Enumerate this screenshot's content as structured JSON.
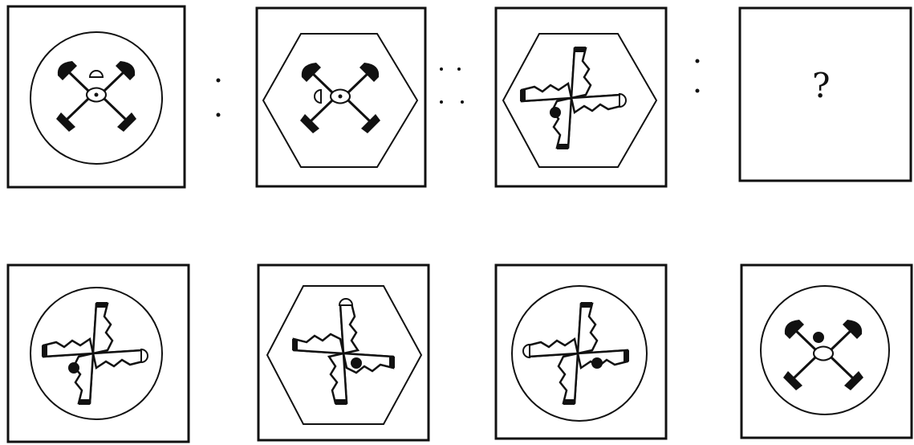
{
  "puzzle": {
    "question_mark": "?"
  },
  "colors": {
    "ink": "#111111",
    "paper": "#ffffff"
  },
  "problem_row": [
    {
      "frame": "circle",
      "figure": "x-shape",
      "dot": "small-center"
    },
    {
      "frame": "hexagon",
      "figure": "x-shape",
      "dot": "small-center"
    },
    {
      "frame": "hexagon",
      "figure": "pinwheel",
      "dot": "large"
    },
    {
      "frame": "empty",
      "figure": "unknown",
      "dot": "none"
    }
  ],
  "answer_options": [
    {
      "frame": "circle",
      "figure": "pinwheel",
      "dot": "large"
    },
    {
      "frame": "hexagon",
      "figure": "pinwheel",
      "dot": "large"
    },
    {
      "frame": "circle",
      "figure": "pinwheel",
      "dot": "large"
    },
    {
      "frame": "circle",
      "figure": "x-shape",
      "dot": "large"
    }
  ]
}
